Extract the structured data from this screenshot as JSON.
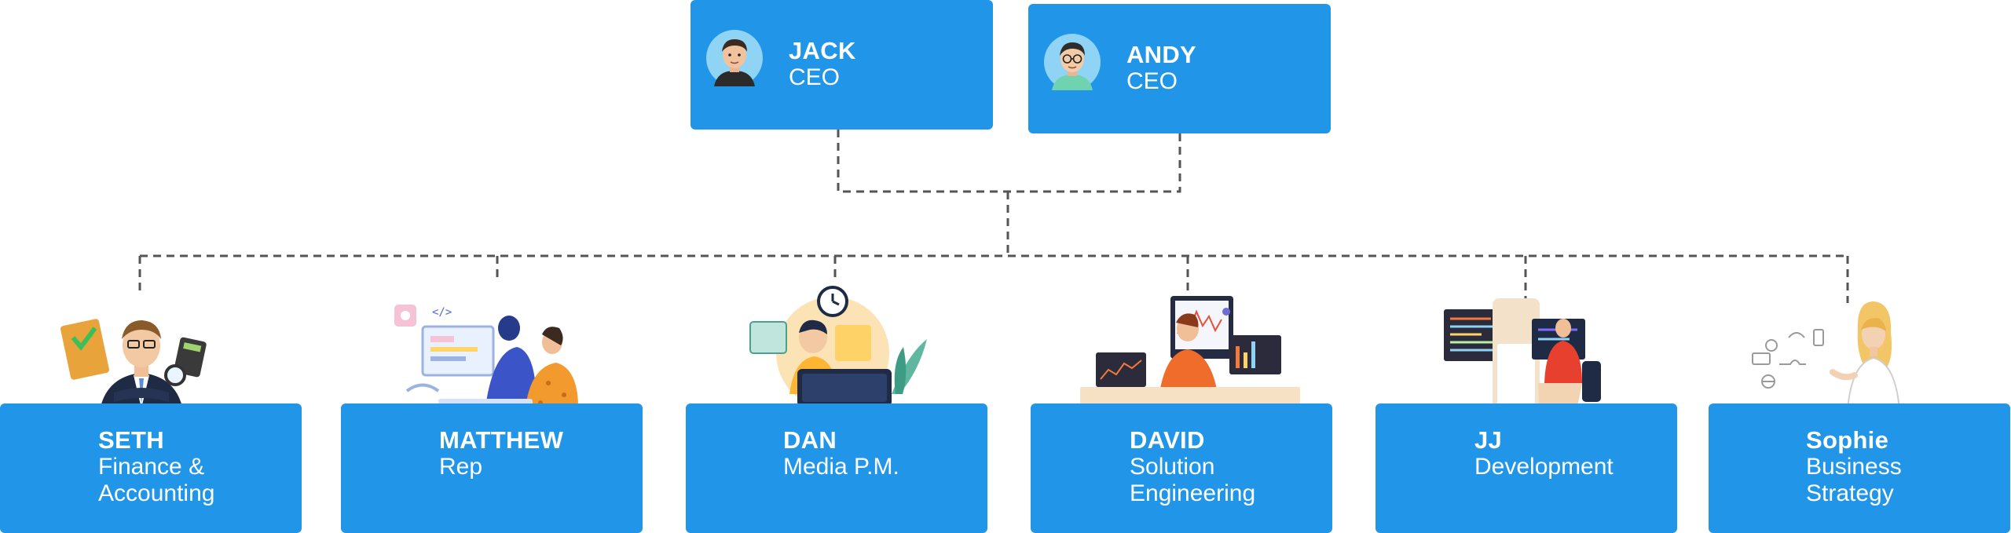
{
  "colors": {
    "card": "#2196E8",
    "connector": "#555555",
    "text": "#FFFFFF"
  },
  "executives": [
    {
      "name": "JACK",
      "role": "CEO",
      "avatar": "man-short-hair-avatar"
    },
    {
      "name": "ANDY",
      "role": "CEO",
      "avatar": "man-glasses-avatar"
    }
  ],
  "staff": [
    {
      "name": "SETH",
      "role_lines": [
        "Finance &",
        "Accounting"
      ],
      "illustration": "accountant-illustration"
    },
    {
      "name": "MATTHEW",
      "role_lines": [
        "Rep"
      ],
      "illustration": "sales-rep-team-illustration"
    },
    {
      "name": "DAN",
      "role_lines": [
        "Media P.M."
      ],
      "illustration": "media-desk-illustration"
    },
    {
      "name": "DAVID",
      "role_lines": [
        "Solution",
        "Engineering"
      ],
      "illustration": "trading-monitors-illustration"
    },
    {
      "name": "JJ",
      "role_lines": [
        "Development"
      ],
      "illustration": "developer-code-illustration"
    },
    {
      "name": "Sophie",
      "role_lines": [
        "Business",
        "Strategy"
      ],
      "illustration": "business-woman-illustration"
    }
  ]
}
